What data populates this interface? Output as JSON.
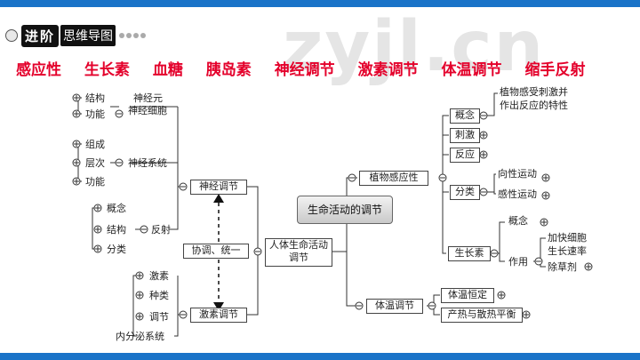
{
  "header": {
    "tag": "进阶",
    "title": "思维导图"
  },
  "keywords": [
    "感应性",
    "生长素",
    "血糖",
    "胰岛素",
    "神经调节",
    "激素调节",
    "体温调节",
    "缩手反射"
  ],
  "watermark": "zyjl.cn",
  "diagram": {
    "center": "生命活动的调节",
    "human": "人体生命活动调节",
    "coord": "协调、统一",
    "nerve": "神经调节",
    "hormone": "激素调节",
    "neuron": {
      "label": "神经元",
      "alt": "神经细胞",
      "items": [
        "结构",
        "功能"
      ]
    },
    "nervous_system": {
      "label": "神经系统",
      "items": [
        "组成",
        "层次",
        "功能"
      ]
    },
    "reflex": {
      "label": "反射",
      "items": [
        "概念",
        "结构",
        "分类"
      ]
    },
    "hormone_items": [
      "激素",
      "种类",
      "调节",
      "内分泌系统"
    ],
    "plant": {
      "label": "植物感应性",
      "concept": "概念",
      "concept_desc": [
        "植物感受刺激并",
        "作出反应的特性"
      ],
      "stimulus": "刺激",
      "response": "反应",
      "classify": "分类",
      "class_items": [
        "向性运动",
        "感性运动"
      ],
      "auxin": "生长素",
      "auxin_concept": "概念",
      "auxin_use": "作用",
      "use_items": [
        "加快细胞",
        "生长速率",
        "除草剂"
      ]
    },
    "temp": {
      "label": "体温调节",
      "items": [
        "体温恒定",
        "产热与散热平衡"
      ]
    }
  }
}
